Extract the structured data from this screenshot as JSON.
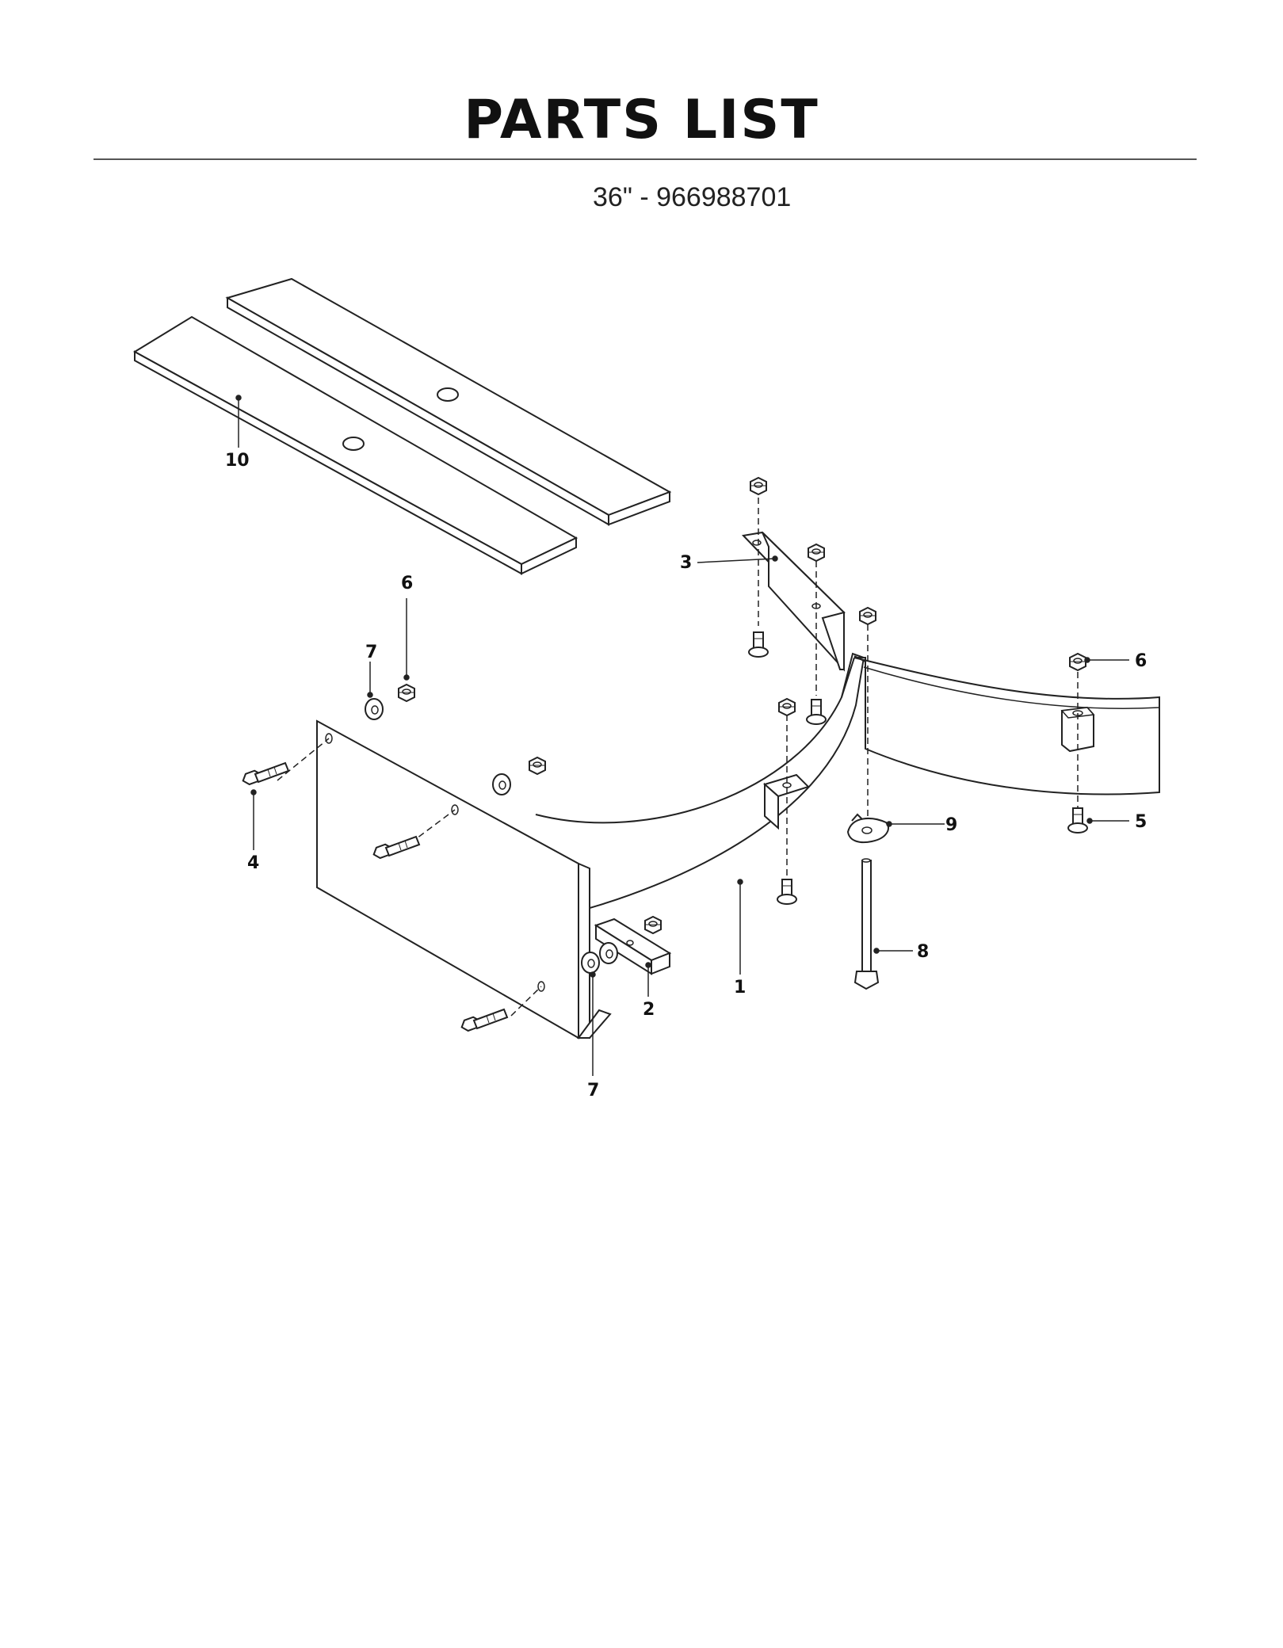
{
  "header": {
    "title": "PARTS LIST",
    "subtitle": "36\" - 966988701"
  },
  "diagram": {
    "callouts": [
      {
        "id": "callout-10",
        "label": "10"
      },
      {
        "id": "callout-3",
        "label": "3"
      },
      {
        "id": "callout-6-left",
        "label": "6"
      },
      {
        "id": "callout-7-upper",
        "label": "7"
      },
      {
        "id": "callout-6-right",
        "label": "6"
      },
      {
        "id": "callout-4",
        "label": "4"
      },
      {
        "id": "callout-9",
        "label": "9"
      },
      {
        "id": "callout-5",
        "label": "5"
      },
      {
        "id": "callout-8",
        "label": "8"
      },
      {
        "id": "callout-1",
        "label": "1"
      },
      {
        "id": "callout-2",
        "label": "2"
      },
      {
        "id": "callout-7-lower",
        "label": "7"
      }
    ]
  }
}
